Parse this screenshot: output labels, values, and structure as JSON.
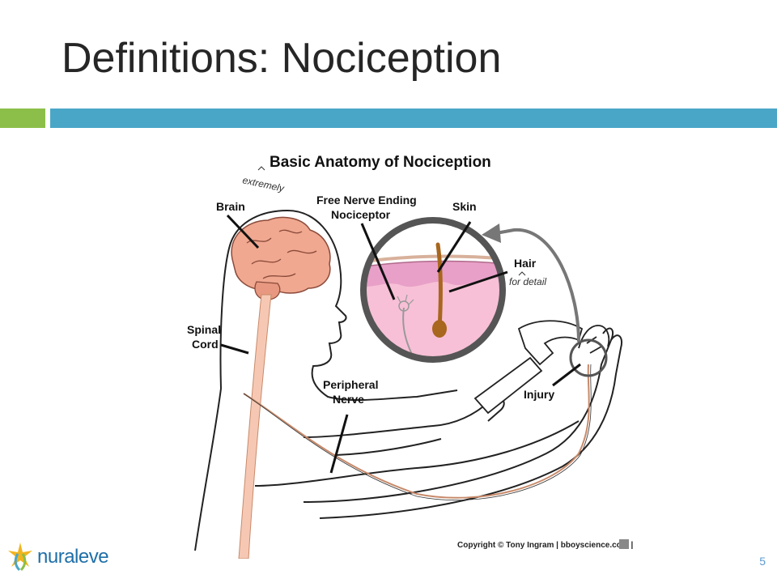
{
  "slide": {
    "title": "Definitions: Nociception",
    "page_number": "5",
    "logo_text": "nuraleve"
  },
  "figure": {
    "title": "Basic Anatomy of Nociception",
    "annotations": {
      "extremely": "extremely",
      "for_detail": "for detail"
    },
    "labels": {
      "brain": "Brain",
      "spinal_1": "Spinal",
      "spinal_2": "Cord",
      "free_1": "Free Nerve Ending",
      "free_2": "Nociceptor",
      "skin": "Skin",
      "hair": "Hair",
      "peripheral_1": "Peripheral",
      "peripheral_2": "Nerve",
      "injury": "Injury"
    },
    "copyright": "Copyright © Tony Ingram | bboyscience.com |"
  },
  "colors": {
    "bar_green": "#8cbf4a",
    "bar_blue": "#4aa6c7",
    "brain": "#f0a890",
    "skin_layer": "#e8a0c8",
    "tissue": "#f7c0d6",
    "hair": "#a8661e",
    "nerve": "#c88a6a"
  }
}
